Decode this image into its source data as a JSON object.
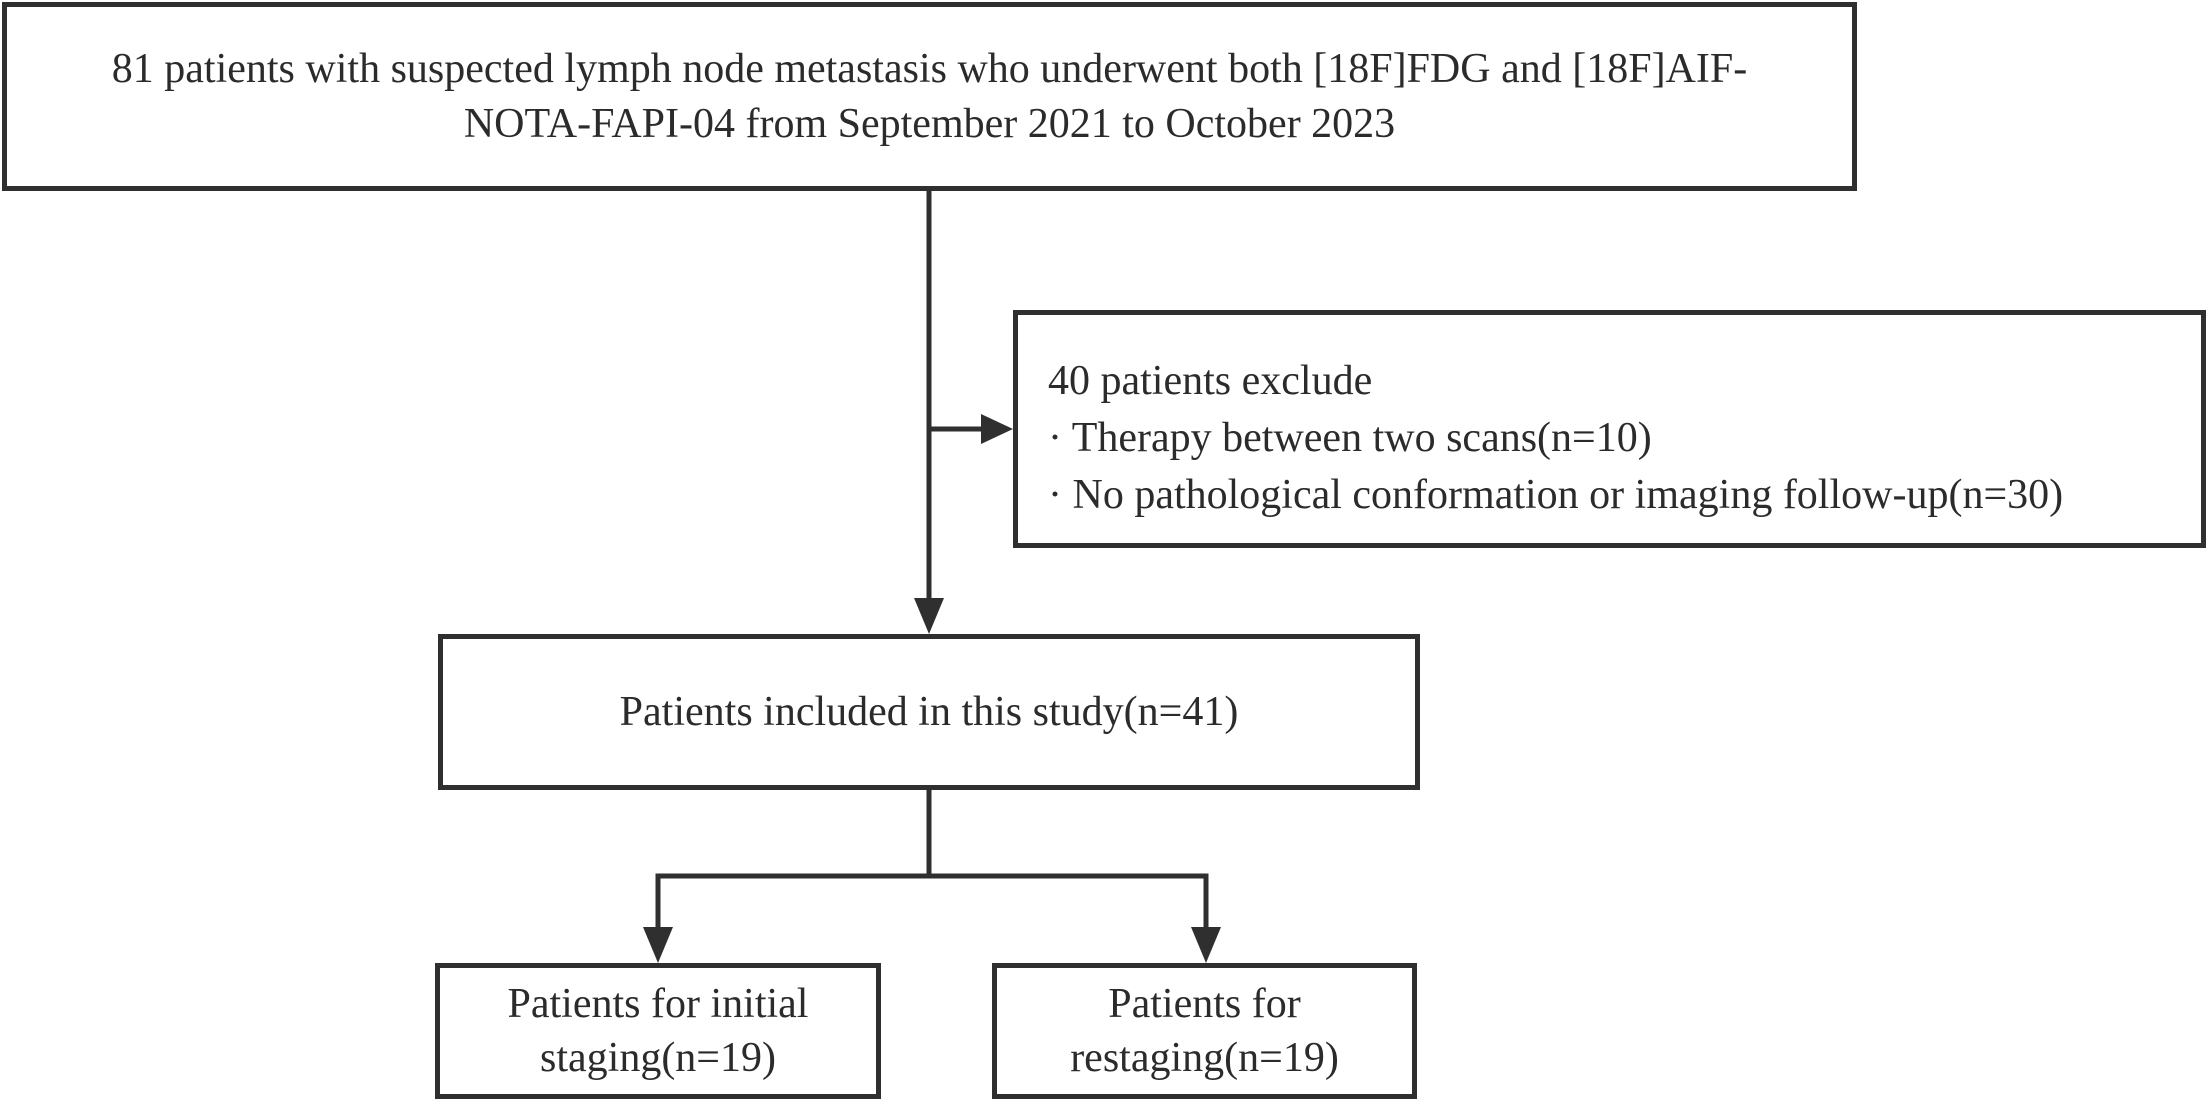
{
  "flowchart": {
    "top_box": {
      "line1": "81 patients with suspected lymph node metastasis who underwent both [18F]FDG and [18F]AIF-",
      "line2": "NOTA-FAPI-04 from September 2021 to October 2023"
    },
    "exclude_box": {
      "heading": "40 patients exclude",
      "item1": "· Therapy between two scans(n=10)",
      "item2": "· No pathological conformation or imaging follow-up(n=30)"
    },
    "included_box": {
      "text": "Patients included in this study(n=41)"
    },
    "initial_box": {
      "line1": "Patients for initial",
      "line2": "staging(n=19)"
    },
    "restaging_box": {
      "line1": "Patients for",
      "line2": "restaging(n=19)"
    }
  },
  "colors": {
    "stroke": "#2f2f2f",
    "text": "#2b2b2b",
    "background": "#ffffff"
  }
}
